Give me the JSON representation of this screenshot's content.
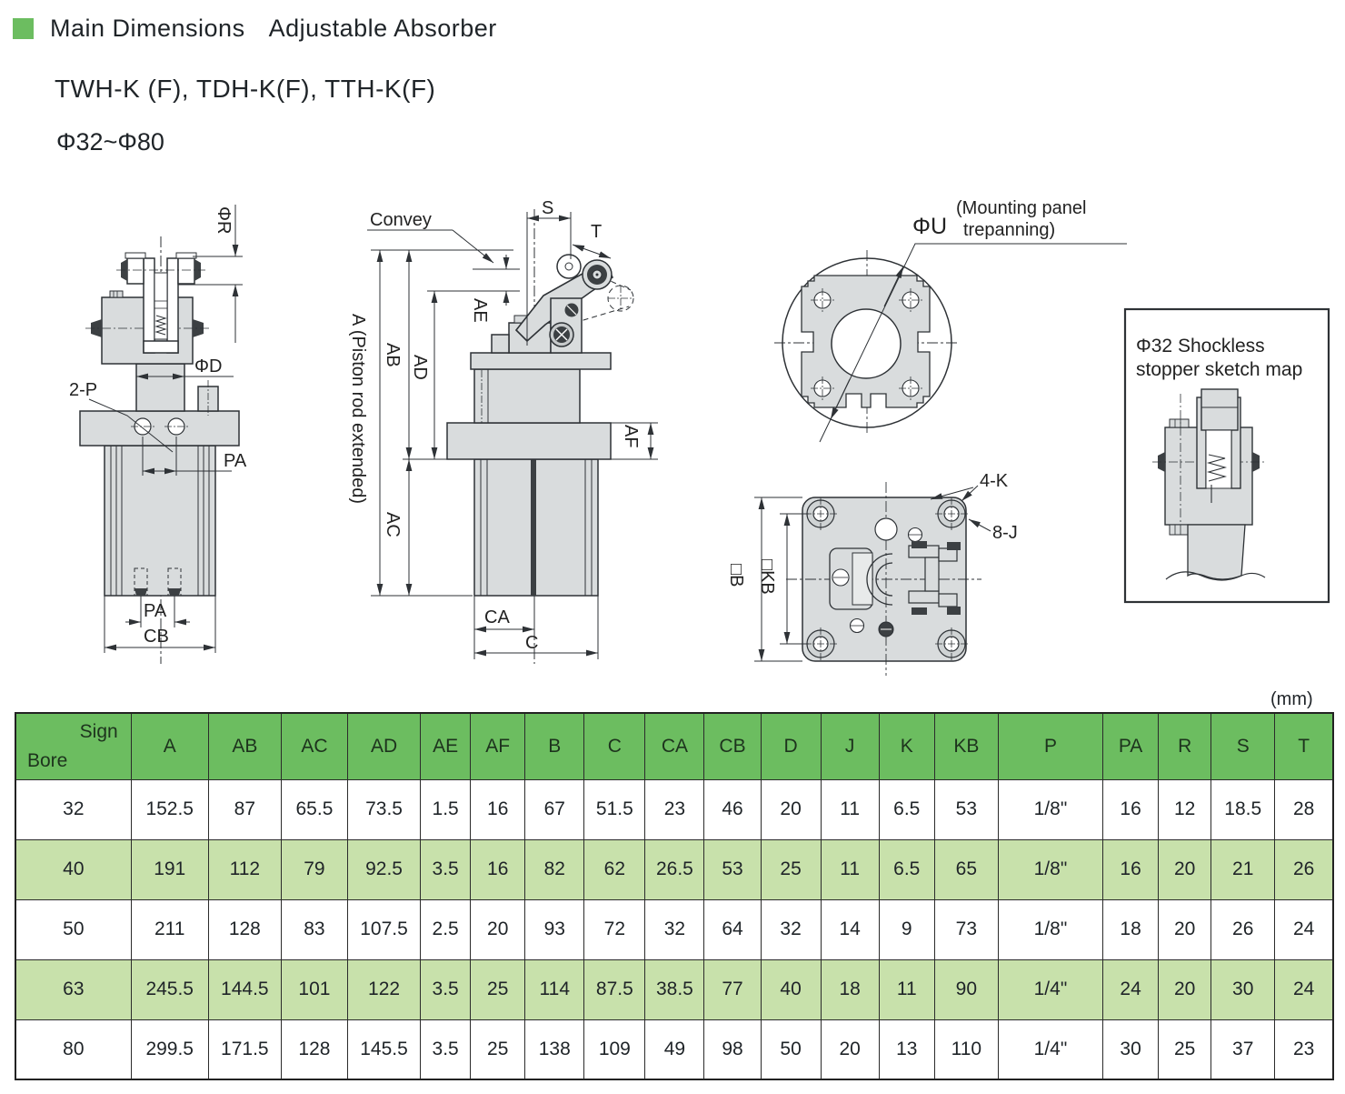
{
  "header": {
    "title_part1": "Main Dimensions",
    "title_part2": "Adjustable Absorber",
    "models": "TWH-K (F), TDH-K(F), TTH-K(F)",
    "bore_range": "Φ32~Φ80"
  },
  "drawings": {
    "front_view": {
      "labels": {
        "phi_r": "ΦR",
        "phi_d": "ΦD",
        "two_p": "2-P",
        "pa_mid": "PA",
        "pa_bottom": "PA",
        "cb": "CB"
      }
    },
    "side_view": {
      "labels": {
        "convey": "Convey",
        "s": "S",
        "t": "T",
        "ae": "AE",
        "ab": "AB",
        "ad": "AD",
        "a_extended": "A (Piston rod extended)",
        "ac": "AC",
        "af": "AF",
        "ca": "CA",
        "c": "C"
      }
    },
    "trepanning_view": {
      "labels": {
        "phi_u": "ΦU",
        "note_line1": "(Mounting panel",
        "note_line2": "trepanning)"
      }
    },
    "top_view": {
      "labels": {
        "four_k": "4-K",
        "eight_j": "8-J",
        "square_b": "□B",
        "square_kb": "□KB"
      }
    },
    "stopper_box": {
      "title_line1": "Φ32 Shockless",
      "title_line2": "stopper sketch map"
    }
  },
  "table": {
    "unit_note": "(mm)",
    "corner_top": "Sign",
    "corner_bottom": "Bore",
    "columns": [
      "A",
      "AB",
      "AC",
      "AD",
      "AE",
      "AF",
      "B",
      "C",
      "CA",
      "CB",
      "D",
      "J",
      "K",
      "KB",
      "P",
      "PA",
      "R",
      "S",
      "T"
    ],
    "rows": [
      {
        "bore": "32",
        "values": [
          "152.5",
          "87",
          "65.5",
          "73.5",
          "1.5",
          "16",
          "67",
          "51.5",
          "23",
          "46",
          "20",
          "11",
          "6.5",
          "53",
          "1/8\"",
          "16",
          "12",
          "18.5",
          "28"
        ]
      },
      {
        "bore": "40",
        "values": [
          "191",
          "112",
          "79",
          "92.5",
          "3.5",
          "16",
          "82",
          "62",
          "26.5",
          "53",
          "25",
          "11",
          "6.5",
          "65",
          "1/8\"",
          "16",
          "20",
          "21",
          "26"
        ]
      },
      {
        "bore": "50",
        "values": [
          "211",
          "128",
          "83",
          "107.5",
          "2.5",
          "20",
          "93",
          "72",
          "32",
          "64",
          "32",
          "14",
          "9",
          "73",
          "1/8\"",
          "18",
          "20",
          "26",
          "24"
        ]
      },
      {
        "bore": "63",
        "values": [
          "245.5",
          "144.5",
          "101",
          "122",
          "3.5",
          "25",
          "114",
          "87.5",
          "38.5",
          "77",
          "40",
          "18",
          "11",
          "90",
          "1/4\"",
          "24",
          "20",
          "30",
          "24"
        ]
      },
      {
        "bore": "80",
        "values": [
          "299.5",
          "171.5",
          "128",
          "145.5",
          "3.5",
          "25",
          "138",
          "109",
          "49",
          "98",
          "50",
          "20",
          "13",
          "110",
          "1/4\"",
          "30",
          "25",
          "37",
          "23"
        ]
      }
    ]
  },
  "colors": {
    "header_green": "#6cbd60",
    "row_green": "#c8e1ab",
    "bullet_green": "#6cbd60",
    "drawing_line": "#2e3236",
    "metal_fill": "#d9dcdd",
    "dark_part": "#3c4043"
  }
}
